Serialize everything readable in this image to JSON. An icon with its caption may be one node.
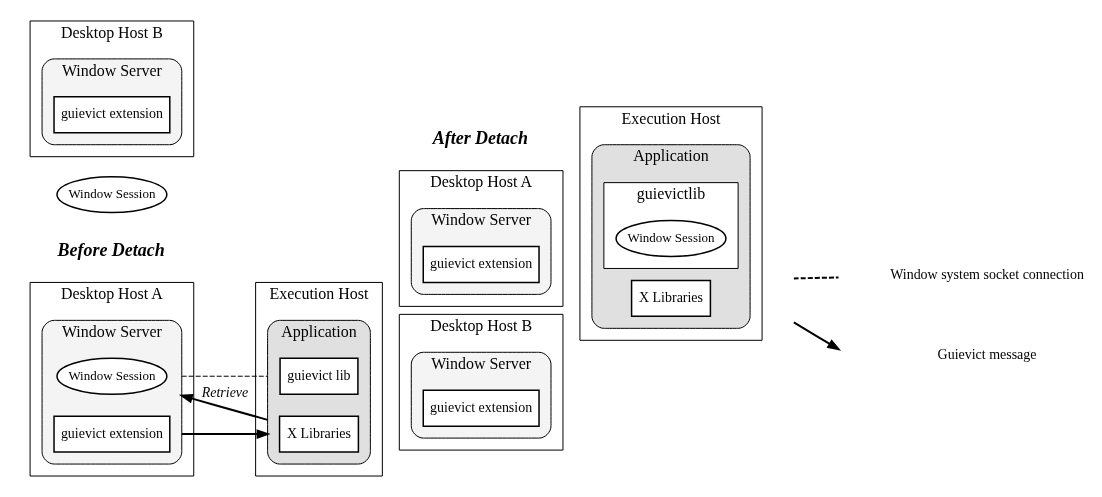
{
  "diagram": {
    "nodes": [
      {
        "text": [
          "Desktop Host A"
        ]
      },
      {
        "text": [
          "Window Server"
        ],
        "in": 0
      },
      {
        "text": [
          "guievict extension"
        ],
        "in": 1
      },
      {
        "text": [
          "Window Session"
        ],
        "in": 1
      },
      {
        "text": [
          "Execution Host"
        ]
      },
      {
        "text": [
          "Application"
        ],
        "in": 4
      },
      {
        "text": [
          "guievict lib"
        ],
        "in": 5
      },
      {
        "text": [
          "X Libraries"
        ],
        "in": 5
      },
      {
        "text": [
          "Window Session"
        ]
      },
      {
        "text": [
          "Desktop Host B"
        ]
      },
      {
        "text": [
          "Window Server"
        ],
        "in": 9
      },
      {
        "text": [
          "guievict extension"
        ],
        "in": 10
      },
      {
        "text": [
          "Desktop Host A"
        ]
      },
      {
        "text": [
          "Window Server"
        ],
        "in": 12
      },
      {
        "text": [
          "guievict extension"
        ],
        "in": 13
      },
      {
        "text": [
          "Execution Host"
        ]
      },
      {
        "text": [
          "Application"
        ],
        "in": 15
      },
      {
        "text": [
          "guievictlib"
        ],
        "in": 16
      },
      {
        "text": [
          "Window Session"
        ],
        "in": 17
      },
      {
        "text": [
          "X Libraries"
        ],
        "in": 16
      },
      {
        "text": [
          "Desktop Host B"
        ]
      },
      {
        "text": [
          "Window Server"
        ],
        "in": 20
      },
      {
        "text": [
          "guievict extension"
        ],
        "in": 21
      }
    ],
    "edges": [
      {
        "from": 5,
        "to": 1,
        "arrow": "to",
        "label": "Retrieve"
      },
      {
        "from": 1,
        "to": 5,
        "arrow": "none",
        "style": "dashed"
      },
      {
        "from": 1,
        "to": 5,
        "arrow": "to"
      }
    ],
    "labels": [
      "Before Detach",
      "After Detach"
    ],
    "legend": [
      {
        "text": "Window system socket connection"
      },
      {
        "text": "Guievict message"
      }
    ]
  }
}
